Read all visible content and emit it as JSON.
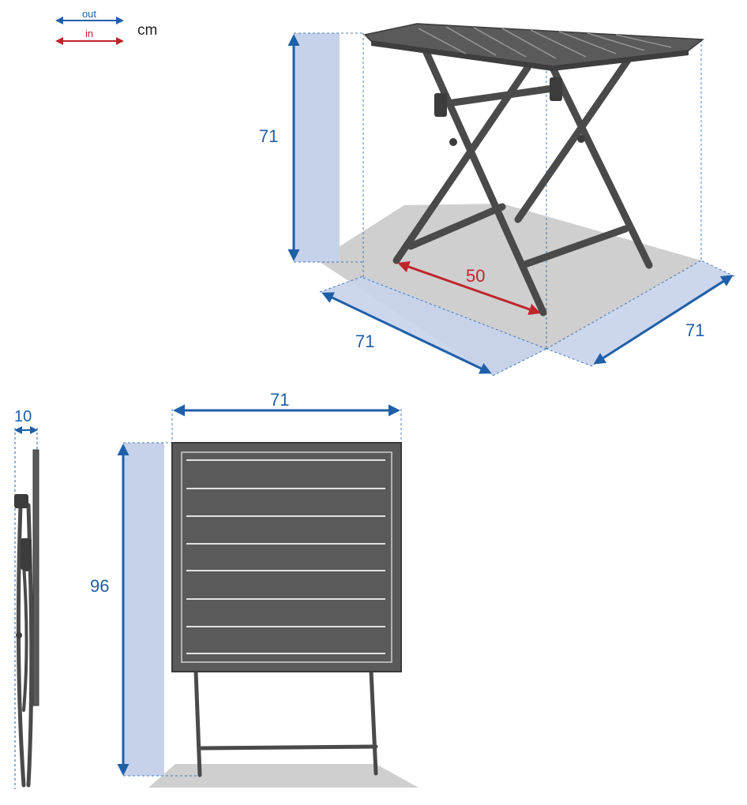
{
  "legend": {
    "out_label": "out",
    "in_label": "in",
    "unit": "cm",
    "out_color": "#1f5fa8",
    "in_color": "#c0242b"
  },
  "open_view": {
    "height": "71",
    "inner_leg_span": "50",
    "depth_left": "71",
    "depth_right": "71"
  },
  "folded_view": {
    "thickness": "10",
    "width": "71",
    "height": "96"
  },
  "colors": {
    "frame": "#4a4a4a",
    "tabletop": "#5a5a5a",
    "shade": "#c6d2ea",
    "floor": "#cfcfcf"
  }
}
